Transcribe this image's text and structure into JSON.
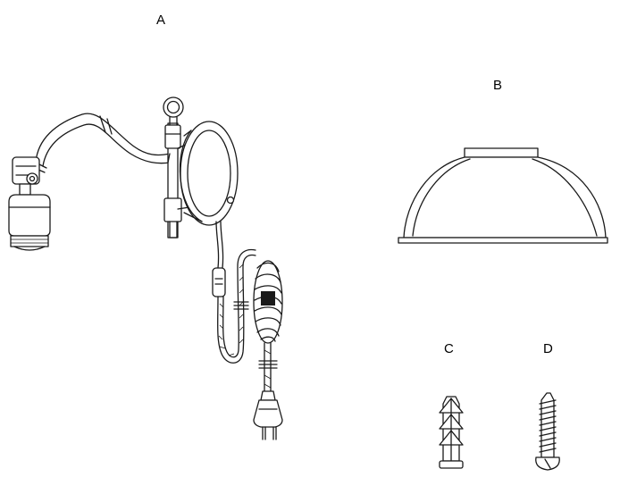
{
  "labels": {
    "a": "A",
    "b": "B",
    "c": "C",
    "d": "D"
  },
  "parts": [
    {
      "id": "A",
      "icon": "wall-lamp-arm-icon"
    },
    {
      "id": "B",
      "icon": "lamp-shade-icon"
    },
    {
      "id": "C",
      "icon": "wall-plug-anchor-icon"
    },
    {
      "id": "D",
      "icon": "screw-icon"
    }
  ],
  "colors": {
    "line": "#1a1a1a",
    "background": "#ffffff"
  }
}
